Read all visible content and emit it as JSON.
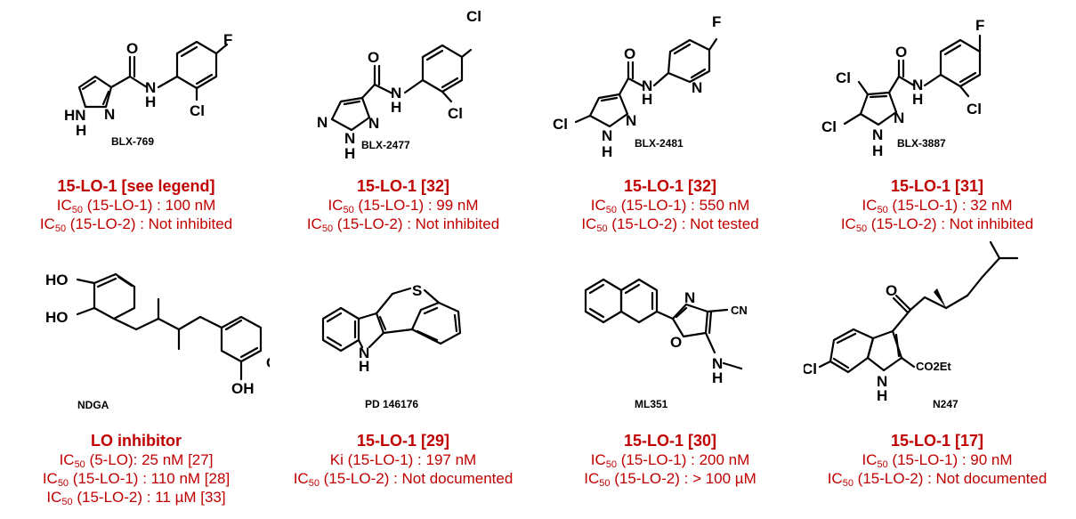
{
  "compounds": [
    {
      "name": "BLX-769",
      "header": "15-LO-1 [see legend]",
      "lines": [
        {
          "a": "IC",
          "s": "50",
          "b": " (15-LO-1) : 100 nM"
        },
        {
          "a": "IC",
          "s": "50",
          "b": " (15-LO-2) : Not inhibited"
        }
      ]
    },
    {
      "name": "BLX-2477",
      "header": "15-LO-1 [32]",
      "lines": [
        {
          "a": "IC",
          "s": "50",
          "b": " (15-LO-1) : 99 nM"
        },
        {
          "a": "IC",
          "s": "50",
          "b": " (15-LO-2) : Not inhibited"
        }
      ]
    },
    {
      "name": "BLX-2481",
      "header": "15-LO-1 [32]",
      "lines": [
        {
          "a": "IC",
          "s": "50",
          "b": " (15-LO-1) : 550 nM"
        },
        {
          "a": "IC",
          "s": "50",
          "b": " (15-LO-2) : Not tested"
        }
      ]
    },
    {
      "name": "BLX-3887",
      "header": "15-LO-1 [31]",
      "lines": [
        {
          "a": "IC",
          "s": "50",
          "b": " (15-LO-1) : 32 nM"
        },
        {
          "a": "IC",
          "s": "50",
          "b": " (15-LO-2) : Not inhibited"
        }
      ]
    },
    {
      "name": "NDGA",
      "header": "LO inhibitor",
      "lines": [
        {
          "a": "IC",
          "s": "50",
          "b": " (5-LO): 25 nM [27]"
        },
        {
          "a": "IC",
          "s": "50",
          "b": " (15-LO-1) : 110 nM [28]"
        },
        {
          "a": "IC",
          "s": "50",
          "b": " (15-LO-2) : 11 µM [33]"
        }
      ]
    },
    {
      "name": "PD 146176",
      "header": "15-LO-1 [29]",
      "lines": [
        {
          "a": "Ki",
          "s": "",
          "b": " (15-LO-1) : 197 nM"
        },
        {
          "a": "IC",
          "s": "50",
          "b": " (15-LO-2) : Not documented"
        }
      ]
    },
    {
      "name": "ML351",
      "header": "15-LO-1 [30]",
      "lines": [
        {
          "a": "IC",
          "s": "50",
          "b": " (15-LO-1) : 200 nM"
        },
        {
          "a": "IC",
          "s": "50",
          "b": " (15-LO-2) : > 100 µM"
        }
      ]
    },
    {
      "name": "N247",
      "header": "15-LO-1 [17]",
      "lines": [
        {
          "a": "IC",
          "s": "50",
          "b": " (15-LO-1) : 90 nM"
        },
        {
          "a": "IC",
          "s": "50",
          "b": " (15-LO-2) : Not documented"
        }
      ]
    }
  ],
  "atoms": {
    "o": "O",
    "h": "H",
    "n": "N",
    "nh": "NH",
    "hn": "HN",
    "f": "F",
    "cl": "Cl",
    "s": "S",
    "ho": "HO",
    "oh": "OH",
    "cn": "CN",
    "co2et": "CO2Et"
  }
}
